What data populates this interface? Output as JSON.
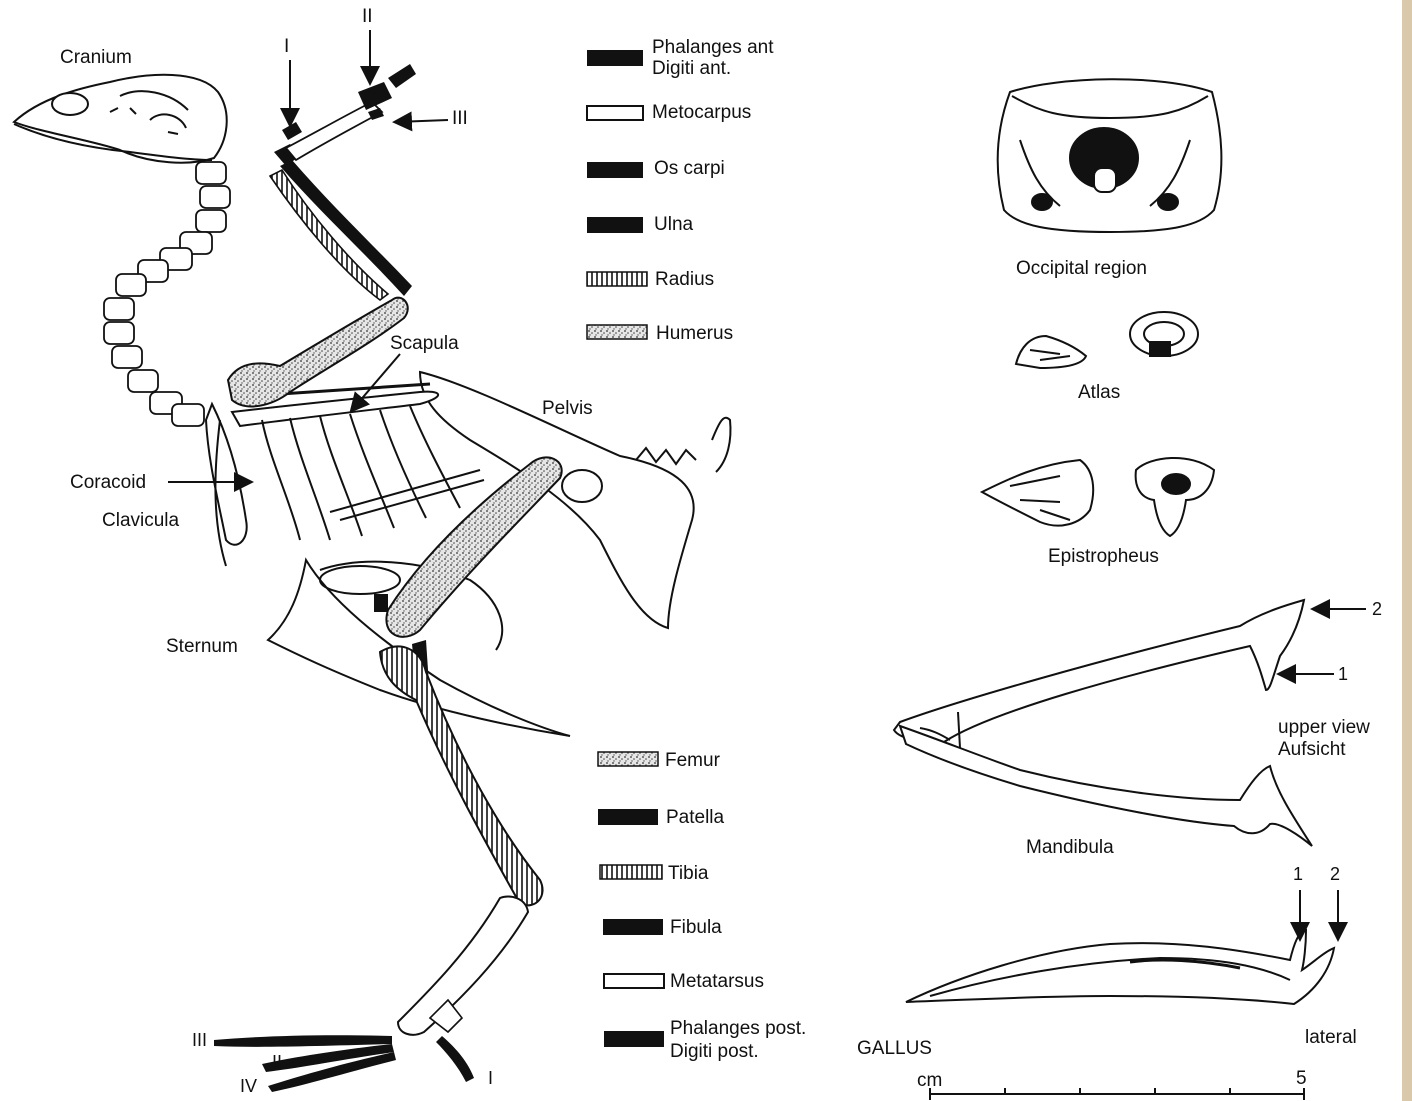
{
  "figure": {
    "genus": "GALLUS",
    "scale": {
      "unit": "cm",
      "max": "5"
    }
  },
  "skeleton_labels": {
    "cranium": "Cranium",
    "digit_i": "I",
    "digit_ii": "II",
    "digit_iii": "III",
    "scapula": "Scapula",
    "pelvis": "Pelvis",
    "coracoid": "Coracoid",
    "clavicula": "Clavicula",
    "sternum": "Sternum",
    "toe_iii": "III",
    "toe_ii": "II",
    "toe_iv": "IV",
    "toe_i": "I"
  },
  "legend_upper": [
    {
      "line1": "Phalanges ant",
      "line2": "Digiti ant.",
      "pattern": "solid"
    },
    {
      "line1": "Metocarpus",
      "line2": "",
      "pattern": "open"
    },
    {
      "line1": "Os carpi",
      "line2": "",
      "pattern": "solid"
    },
    {
      "line1": "Ulna",
      "line2": "",
      "pattern": "solid"
    },
    {
      "line1": "Radius",
      "line2": "",
      "pattern": "hatch"
    },
    {
      "line1": "Humerus",
      "line2": "",
      "pattern": "stipple"
    }
  ],
  "legend_lower": [
    {
      "line1": "Femur",
      "line2": "",
      "pattern": "stipple"
    },
    {
      "line1": "Patella",
      "line2": "",
      "pattern": "solid"
    },
    {
      "line1": "Tibia",
      "line2": "",
      "pattern": "hatch"
    },
    {
      "line1": "Fibula",
      "line2": "",
      "pattern": "solid"
    },
    {
      "line1": "Metatarsus",
      "line2": "",
      "pattern": "open"
    },
    {
      "line1": "Phalanges post.",
      "line2": "Digiti post.",
      "pattern": "solid"
    }
  ],
  "details": {
    "occipital": "Occipital region",
    "atlas": "Atlas",
    "epistropheus": "Epistropheus",
    "mandibula": "Mandibula",
    "upper_view_1": "upper view",
    "upper_view_2": "Aufsicht",
    "lateral": "lateral",
    "marker_1": "1",
    "marker_2": "2"
  },
  "colors": {
    "ink": "#111111",
    "paper": "#ffffff",
    "edge": "#d9c9aa"
  }
}
